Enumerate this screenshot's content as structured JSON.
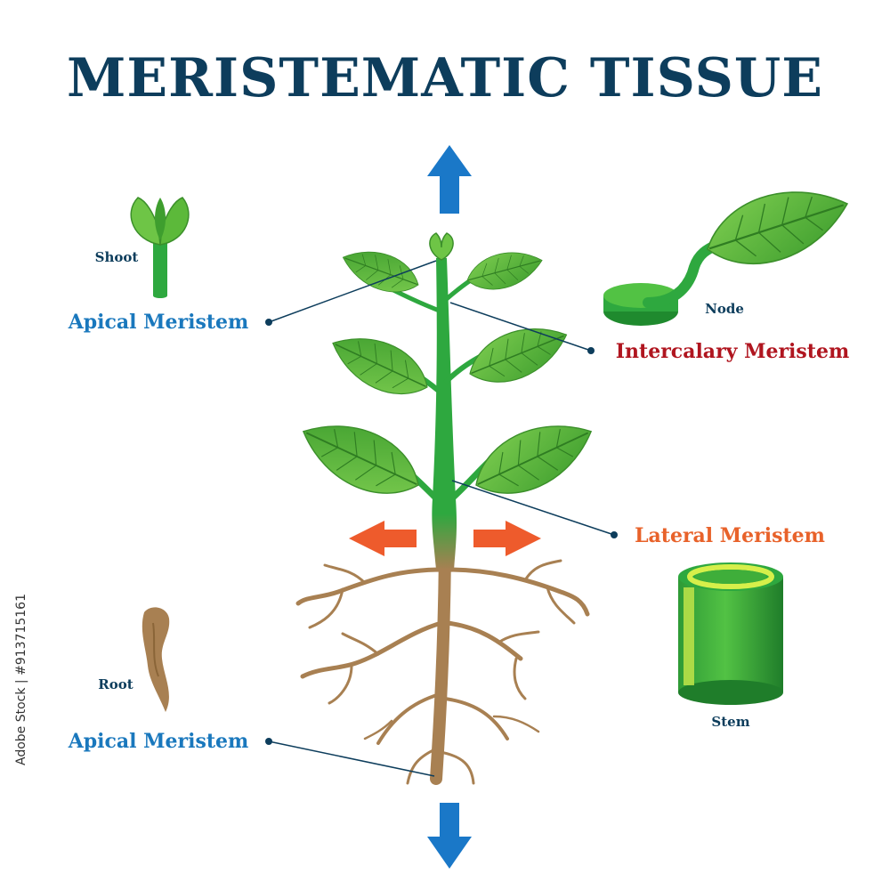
{
  "title": "MERISTEMATIC TISSUE",
  "labels": {
    "shoot": "Shoot",
    "apical_top": "Apical Meristem",
    "node": "Node",
    "intercalary": "Intercalary Meristem",
    "lateral": "Lateral Meristem",
    "stem": "Stem",
    "root": "Root",
    "apical_bottom": "Apical Meristem"
  },
  "watermark": "Adobe Stock | #913715161",
  "colors": {
    "title": "#0d3d5c",
    "apical": "#1a78bd",
    "intercalary": "#b0151f",
    "lateral": "#e8622a",
    "small_label": "#0d3d5c",
    "leaf": "#5cb93a",
    "stem": "#2ea83f",
    "root": "#a88052",
    "arrow_vertical": "#1a78c8",
    "arrow_lateral": "#ee5b2c"
  },
  "icons": [
    "shoot-tip-icon",
    "root-tip-icon",
    "node-leaf-icon",
    "stem-cylinder-icon",
    "up-arrow-icon",
    "down-arrow-icon",
    "left-arrow-icon",
    "right-arrow-icon"
  ]
}
